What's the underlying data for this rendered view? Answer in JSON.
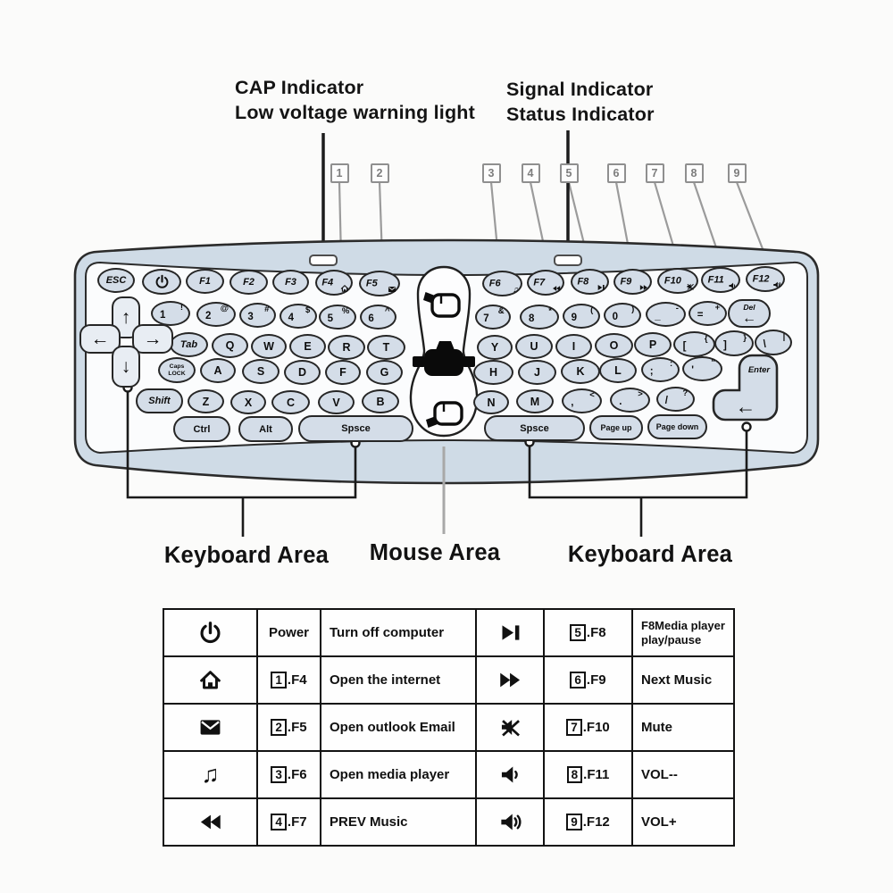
{
  "annotations": {
    "cap_line1": "CAP Indicator",
    "cap_line2": "Low voltage warning light",
    "signal_line1": "Signal Indicator",
    "signal_line2": "Status Indicator"
  },
  "callout_numbers": [
    "1",
    "2",
    "3",
    "4",
    "5",
    "6",
    "7",
    "8",
    "9"
  ],
  "area_labels": {
    "left": "Keyboard Area",
    "center": "Mouse Area",
    "right": "Keyboard Area"
  },
  "keyboard": {
    "enter_label": "Enter",
    "enter_arrow": "←",
    "keys": [
      {
        "name": "key-esc",
        "main": "ESC"
      },
      {
        "name": "key-power",
        "icon": "power-icon"
      },
      {
        "name": "key-f1",
        "main": "F1"
      },
      {
        "name": "key-f2",
        "main": "F2"
      },
      {
        "name": "key-f3",
        "main": "F3"
      },
      {
        "name": "key-f4",
        "main": "F4",
        "icon": "home-icon"
      },
      {
        "name": "key-f5",
        "main": "F5",
        "icon": "mail-icon"
      },
      {
        "name": "key-f6",
        "main": "F6",
        "icon": "music-icon"
      },
      {
        "name": "key-f7",
        "main": "F7",
        "icon": "rewind-icon"
      },
      {
        "name": "key-f8",
        "main": "F8",
        "icon": "play-pause-icon"
      },
      {
        "name": "key-f9",
        "main": "F9",
        "icon": "next-icon"
      },
      {
        "name": "key-f10",
        "main": "F10",
        "icon": "mute-icon"
      },
      {
        "name": "key-f11",
        "main": "F11",
        "icon": "vol-down-icon"
      },
      {
        "name": "key-f12",
        "main": "F12",
        "icon": "vol-up-icon"
      },
      {
        "name": "key-1",
        "main": "1",
        "shift": "!"
      },
      {
        "name": "key-2",
        "main": "2",
        "shift": "@"
      },
      {
        "name": "key-3",
        "main": "3",
        "shift": "#"
      },
      {
        "name": "key-4",
        "main": "4",
        "shift": "$"
      },
      {
        "name": "key-5",
        "main": "5",
        "shift": "%"
      },
      {
        "name": "key-6",
        "main": "6",
        "shift": "^"
      },
      {
        "name": "key-7",
        "main": "7",
        "shift": "&"
      },
      {
        "name": "key-8",
        "main": "8",
        "shift": "*"
      },
      {
        "name": "key-9",
        "main": "9",
        "shift": "("
      },
      {
        "name": "key-0",
        "main": "0",
        "shift": ")"
      },
      {
        "name": "key-minus",
        "main": "_",
        "shift": "-"
      },
      {
        "name": "key-equals",
        "main": "=",
        "shift": "+"
      },
      {
        "name": "key-del",
        "main": "Del",
        "shift": "←"
      },
      {
        "name": "key-tab",
        "main": "Tab"
      },
      {
        "name": "key-q",
        "main": "Q"
      },
      {
        "name": "key-w",
        "main": "W"
      },
      {
        "name": "key-e",
        "main": "E"
      },
      {
        "name": "key-r",
        "main": "R"
      },
      {
        "name": "key-t",
        "main": "T"
      },
      {
        "name": "key-y",
        "main": "Y"
      },
      {
        "name": "key-u",
        "main": "U"
      },
      {
        "name": "key-i",
        "main": "I"
      },
      {
        "name": "key-o",
        "main": "O"
      },
      {
        "name": "key-p",
        "main": "P"
      },
      {
        "name": "key-lbracket",
        "main": "[",
        "shift": "{"
      },
      {
        "name": "key-rbracket",
        "main": "]",
        "shift": "}"
      },
      {
        "name": "key-backslash",
        "main": "\\",
        "shift": "|"
      },
      {
        "name": "key-capslock",
        "main": "Caps",
        "shift": "LOCK"
      },
      {
        "name": "key-a",
        "main": "A"
      },
      {
        "name": "key-s",
        "main": "S"
      },
      {
        "name": "key-d",
        "main": "D"
      },
      {
        "name": "key-f",
        "main": "F"
      },
      {
        "name": "key-g",
        "main": "G"
      },
      {
        "name": "key-h",
        "main": "H"
      },
      {
        "name": "key-j",
        "main": "J"
      },
      {
        "name": "key-k",
        "main": "K"
      },
      {
        "name": "key-l",
        "main": "L"
      },
      {
        "name": "key-semicolon",
        "main": ";",
        "shift": ":"
      },
      {
        "name": "key-quote",
        "main": "'",
        "shift": "\""
      },
      {
        "name": "key-shift",
        "main": "Shift"
      },
      {
        "name": "key-z",
        "main": "Z"
      },
      {
        "name": "key-x",
        "main": "X"
      },
      {
        "name": "key-c",
        "main": "C"
      },
      {
        "name": "key-v",
        "main": "V"
      },
      {
        "name": "key-b",
        "main": "B"
      },
      {
        "name": "key-n",
        "main": "N"
      },
      {
        "name": "key-m",
        "main": "M"
      },
      {
        "name": "key-comma",
        "main": ",",
        "shift": "<"
      },
      {
        "name": "key-period",
        "main": ".",
        "shift": ">"
      },
      {
        "name": "key-slash",
        "main": "/",
        "shift": "?"
      },
      {
        "name": "key-ctrl",
        "main": "Ctrl"
      },
      {
        "name": "key-alt",
        "main": "Alt"
      },
      {
        "name": "key-space-left",
        "main": "Spsce"
      },
      {
        "name": "key-space-right",
        "main": "Spsce"
      },
      {
        "name": "key-pageup",
        "main": "Page up"
      },
      {
        "name": "key-pagedown",
        "main": "Page down"
      },
      {
        "name": "key-arrow-up",
        "main": "↑"
      },
      {
        "name": "key-arrow-left",
        "main": "←"
      },
      {
        "name": "key-arrow-right",
        "main": "→"
      },
      {
        "name": "key-arrow-down",
        "main": "↓"
      }
    ]
  },
  "function_table": {
    "rows": [
      {
        "left": {
          "icon": "power-icon",
          "key_box": "",
          "key_text": "Power",
          "desc": "Turn off computer"
        },
        "right": {
          "icon": "play-pause-icon",
          "key_box": "5",
          "key_text": ".F8",
          "desc": "F8Media player\nplay/pause"
        }
      },
      {
        "left": {
          "icon": "home-icon",
          "key_box": "1",
          "key_text": ".F4",
          "desc": "Open the internet"
        },
        "right": {
          "icon": "next-icon",
          "key_box": "6",
          "key_text": ".F9",
          "desc": "Next Music"
        }
      },
      {
        "left": {
          "icon": "mail-icon",
          "key_box": "2",
          "key_text": ".F5",
          "desc": "Open outlook Email"
        },
        "right": {
          "icon": "mute-icon",
          "key_box": "7",
          "key_text": ".F10",
          "desc": "Mute"
        }
      },
      {
        "left": {
          "icon": "music-icon",
          "key_box": "3",
          "key_text": ".F6",
          "desc": "Open media player"
        },
        "right": {
          "icon": "vol-down-icon",
          "key_box": "8",
          "key_text": ".F11",
          "desc": "VOL--"
        }
      },
      {
        "left": {
          "icon": "rewind-icon",
          "key_box": "4",
          "key_text": ".F7",
          "desc": "PREV Music"
        },
        "right": {
          "icon": "vol-up-icon",
          "key_box": "9",
          "key_text": ".F12",
          "desc": "VOL+"
        }
      }
    ]
  }
}
